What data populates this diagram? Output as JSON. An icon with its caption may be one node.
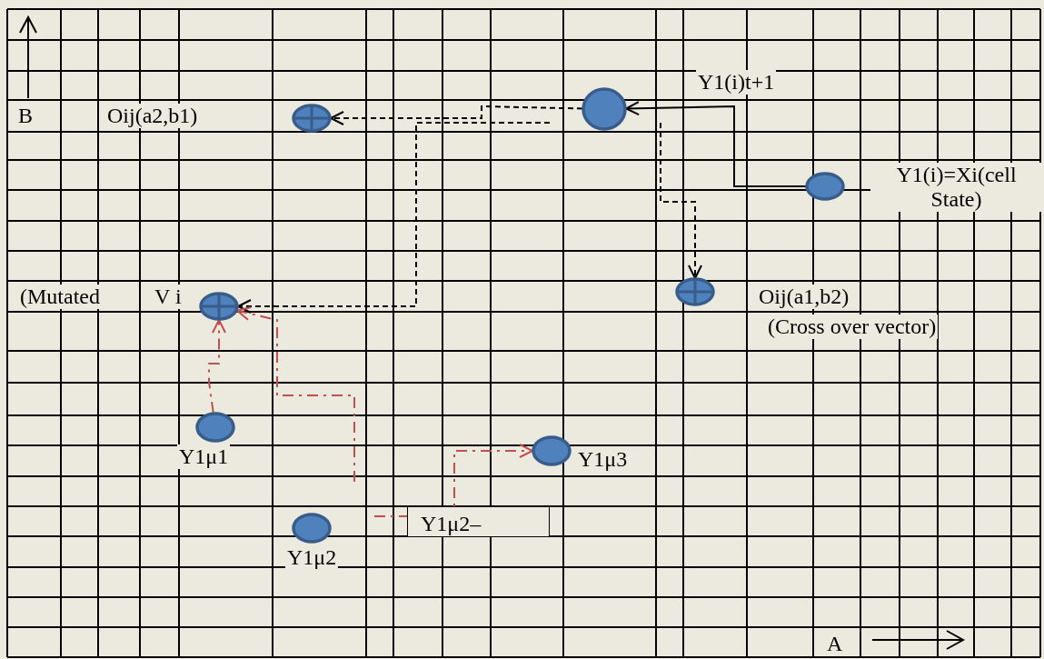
{
  "diagram": {
    "nodes": [
      {
        "text": [],
        "shape": "circle"
      },
      {
        "text": [],
        "shape": "circle"
      },
      {
        "text": [],
        "shape": "circle",
        "beside": [
          "Y1(i)=Xi(cell State)"
        ]
      },
      {
        "text": [],
        "shape": "circle",
        "beside": [
          "Oij(a1,b2)",
          "(Cross over vector)"
        ]
      },
      {
        "text": [],
        "shape": "circle",
        "beside": [
          "(Mutated",
          "V i"
        ]
      },
      {
        "text": [],
        "shape": "circle",
        "beside": [
          "Y1μ1"
        ]
      },
      {
        "text": [],
        "shape": "circle",
        "beside": [
          "Y1μ2"
        ]
      },
      {
        "text": [],
        "shape": "circle",
        "beside": [
          "Y1μ3"
        ]
      },
      {
        "text": [
          "Y1μ2–"
        ]
      }
    ],
    "edges": [
      {
        "from": 2,
        "to": 1,
        "arrow": "to"
      },
      {
        "from": 1,
        "to": 0,
        "arrow": "to",
        "style": "dashed"
      },
      {
        "from": null,
        "to": 4,
        "arrow": "to",
        "style": "dashed"
      },
      {
        "from": null,
        "to": 3,
        "arrow": "to",
        "style": "dashed"
      },
      {
        "from": 5,
        "to": 4,
        "arrow": "to",
        "style": "dashed",
        "color": "#c0504d"
      },
      {
        "from": null,
        "to": 4,
        "arrow": "to",
        "style": "dashed",
        "color": "#c0504d"
      },
      {
        "from": null,
        "to": 7,
        "arrow": "to",
        "style": "dashed",
        "color": "#c0504d"
      }
    ],
    "labels": [
      "Y1(i)t+1",
      "B",
      "Oij(a2,b1)",
      "A"
    ]
  }
}
